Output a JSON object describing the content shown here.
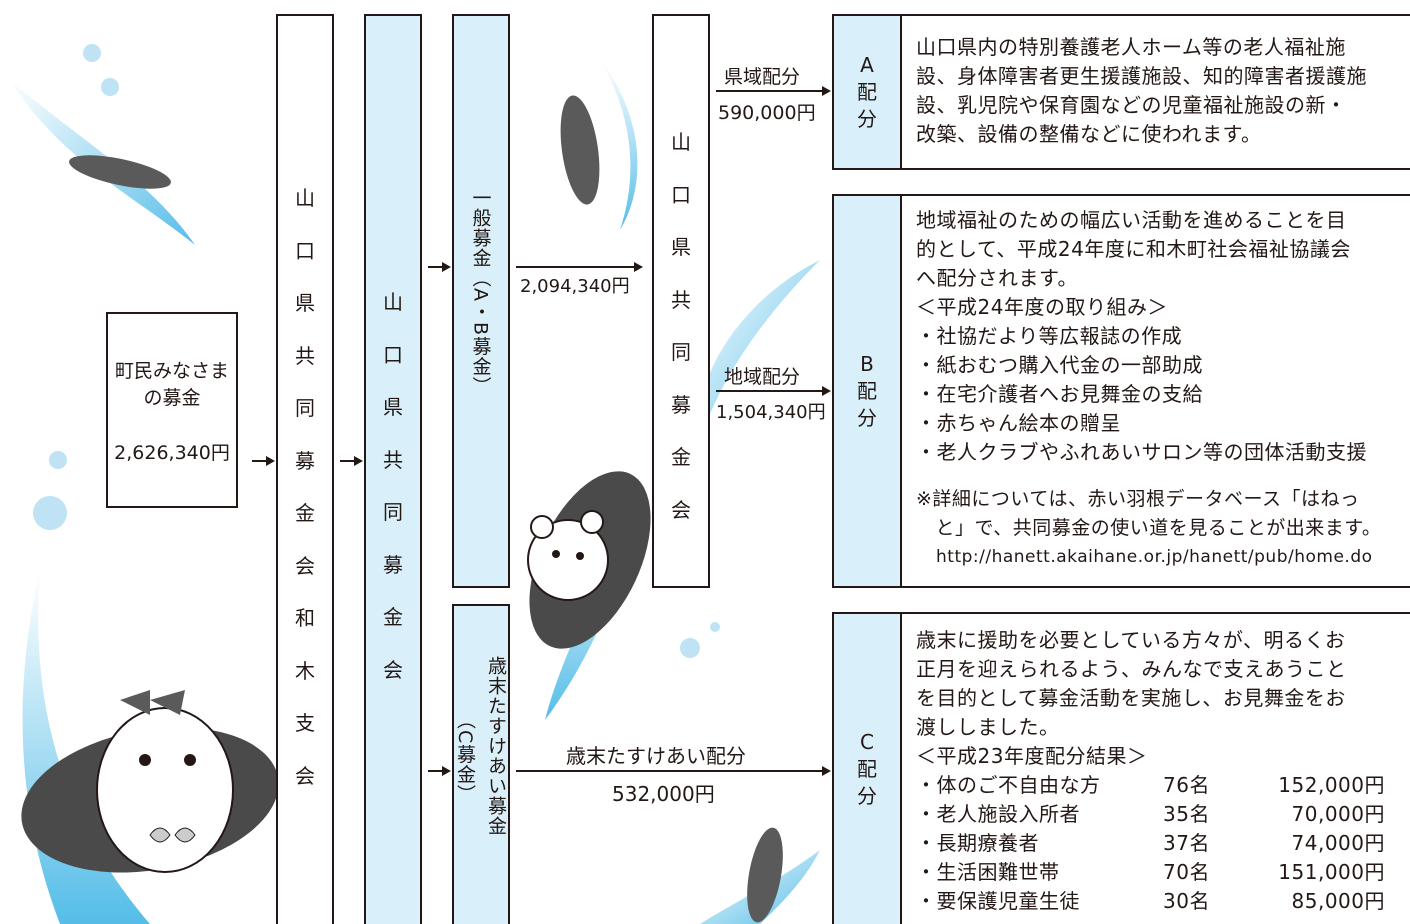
{
  "source": {
    "label_lines": [
      "町民みなさま",
      "の募金"
    ],
    "amount": "2,626,340円"
  },
  "branch": {
    "chars": [
      "山",
      "口",
      "県",
      "共",
      "同",
      "募",
      "金",
      "会",
      "和",
      "木",
      "支",
      "会"
    ]
  },
  "pref_left": {
    "chars": [
      "山",
      "口",
      "県",
      "共",
      "同",
      "募",
      "金",
      "会"
    ]
  },
  "general_fund": {
    "label": "一般募金（A・B募金）",
    "amount": "2,094,340円"
  },
  "yearend_fund": {
    "label_main": "歳末たすけあい募金",
    "label_sub": "（C募金）"
  },
  "pref_right": {
    "chars": [
      "山",
      "口",
      "県",
      "共",
      "同",
      "募",
      "金",
      "会"
    ]
  },
  "dist_a": {
    "label": "県域配分",
    "amount": "590,000円"
  },
  "dist_b": {
    "label": "地域配分",
    "amount": "1,504,340円"
  },
  "dist_c": {
    "label": "歳末たすけあい配分",
    "amount": "532,000円"
  },
  "cat_a": {
    "letter": "A",
    "chars": [
      "配",
      "分"
    ],
    "lines": [
      "山口県内の特別養護老人ホーム等の老人福祉施",
      "設、身体障害者更生援護施設、知的障害者援護施",
      "設、乳児院や保育園などの児童福祉施設の新・",
      "改築、設備の整備などに使われます。"
    ]
  },
  "cat_b": {
    "letter": "B",
    "chars": [
      "配",
      "分"
    ],
    "lines": [
      "地域福祉のための幅広い活動を進めることを目",
      "的として、平成24年度に和木町社会福祉協議会",
      "へ配分されます。",
      "＜平成24年度の取り組み＞",
      "・社協だより等広報誌の作成",
      "・紙おむつ購入代金の一部助成",
      "・在宅介護者へお見舞金の支給",
      "・赤ちゃん絵本の贈呈",
      "・老人クラブやふれあいサロン等の団体活動支援"
    ],
    "note_lines": [
      "※詳細については、赤い羽根データベース「はねっ",
      "　と」で、共同募金の使い道を見ることが出来ます。"
    ],
    "url": "http://hanett.akaihane.or.jp/hanett/pub/home.do"
  },
  "cat_c": {
    "letter": "C",
    "chars": [
      "配",
      "分"
    ],
    "lines": [
      "歳末に援助を必要としている方々が、明るくお",
      "正月を迎えられるよう、みんなで支えあうこと",
      "を目的として募金活動を実施し、お見舞金をお",
      "渡ししました。",
      "＜平成23年度配分結果＞"
    ],
    "results": [
      {
        "name": "・体のご不自由な方",
        "count": "76名",
        "amount": "152,000円"
      },
      {
        "name": "・老人施設入所者",
        "count": "35名",
        "amount": "70,000円"
      },
      {
        "name": "・長期療養者",
        "count": "37名",
        "amount": "74,000円"
      },
      {
        "name": "・生活困難世帯",
        "count": "70名",
        "amount": "151,000円"
      },
      {
        "name": "・要保護児童生徒",
        "count": "30名",
        "amount": "85,000円"
      }
    ]
  },
  "colors": {
    "line": "#231815",
    "box_blue": "#d9eff9",
    "feather_blue": "#5fbfe8",
    "dot_blue": "#bfe3f5"
  }
}
